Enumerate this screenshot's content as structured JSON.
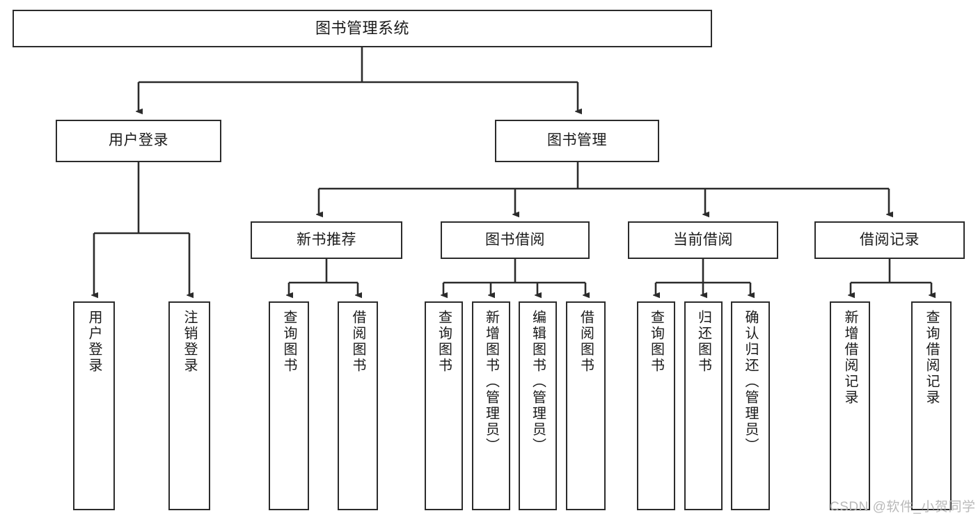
{
  "diagram": {
    "title": "图书管理系统",
    "type": "tree-hierarchy",
    "stroke_color": "#2b2b2b",
    "fill_color": "#ffffff",
    "text_color": "#1a1a1a"
  },
  "nodes": {
    "root": {
      "label": "图书管理系统"
    },
    "level2": [
      {
        "label": "用户登录"
      },
      {
        "label": "图书管理"
      }
    ],
    "level3": [
      {
        "label": "新书推荐"
      },
      {
        "label": "图书借阅"
      },
      {
        "label": "当前借阅"
      },
      {
        "label": "借阅记录"
      }
    ],
    "leaves": {
      "user_login": [
        {
          "label": "用户登录"
        },
        {
          "label": "注销登录"
        }
      ],
      "new_book_recommend": [
        {
          "label": "查询图书"
        },
        {
          "label": "借阅图书"
        }
      ],
      "book_borrow": [
        {
          "label": "查询图书"
        },
        {
          "label": "新增图书（管理员）"
        },
        {
          "label": "编辑图书（管理员）"
        },
        {
          "label": "借阅图书"
        }
      ],
      "current_borrow": [
        {
          "label": "查询图书"
        },
        {
          "label": "归还图书"
        },
        {
          "label": "确认归还（管理员）"
        }
      ],
      "borrow_record": [
        {
          "label": "新增借阅记录"
        },
        {
          "label": "查询借阅记录"
        }
      ]
    }
  },
  "watermark": {
    "text": "CSDN @软件_小贺同学"
  }
}
